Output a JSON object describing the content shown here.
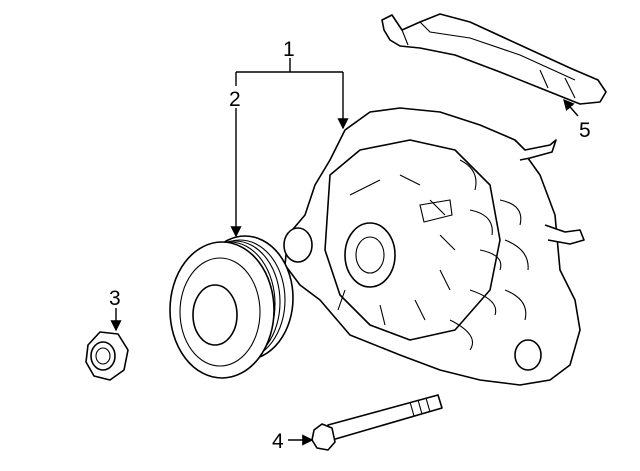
{
  "diagram": {
    "callouts": [
      {
        "id": "1",
        "text": "1",
        "part": "alternator-assembly"
      },
      {
        "id": "2",
        "text": "2",
        "part": "pulley"
      },
      {
        "id": "3",
        "text": "3",
        "part": "nut"
      },
      {
        "id": "4",
        "text": "4",
        "part": "bolt"
      },
      {
        "id": "5",
        "text": "5",
        "part": "bracket"
      }
    ],
    "colors": {
      "line": "#000000",
      "background": "#ffffff"
    }
  }
}
